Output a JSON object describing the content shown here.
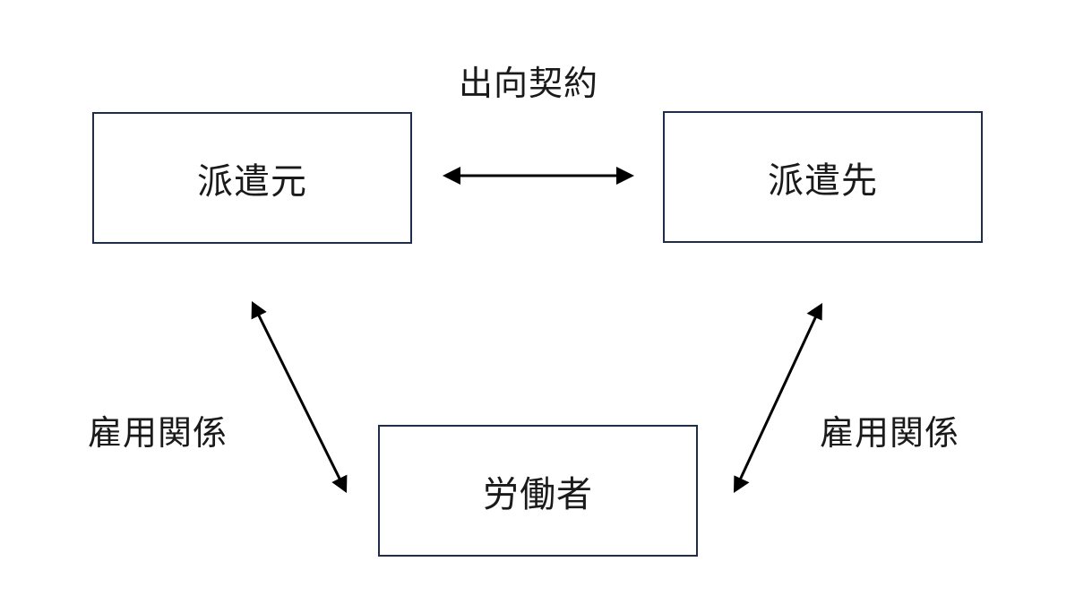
{
  "diagram": {
    "nodes": {
      "source": "派遣元",
      "destination": "派遣先",
      "worker": "労働者"
    },
    "edges": {
      "contract_label": "出向契約",
      "employment_left_label": "雇用関係",
      "employment_right_label": "雇用関係"
    },
    "colors": {
      "box_border": "#1f2d4a",
      "arrow": "#000000",
      "text": "#1a1a1a"
    }
  }
}
